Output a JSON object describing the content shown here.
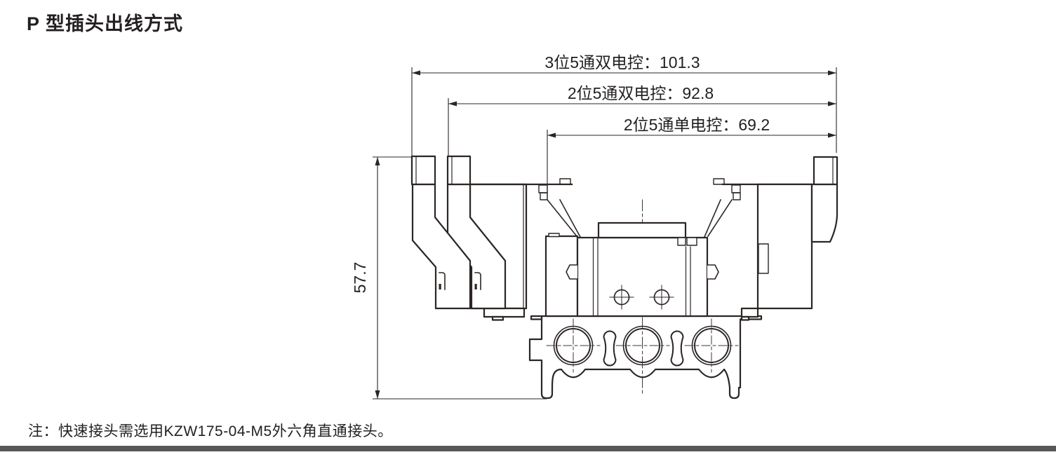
{
  "page": {
    "title": "P 型插头出线方式",
    "note": "注：快速接头需选用KZW175-04-M5外六角直通接头。"
  },
  "diagram": {
    "type": "engineering-dimension-drawing",
    "subject": "P-type plug solenoid valve, front view with outline dimensions",
    "dimensions": {
      "d101": {
        "label": "3位5通双电控：101.3",
        "value": 101.3
      },
      "d92": {
        "label": "2位5通双电控：92.8",
        "value": 92.8
      },
      "d69": {
        "label": "2位5通单电控：69.2",
        "value": 69.2
      },
      "d57": {
        "label": "57.7",
        "value": 57.7
      }
    },
    "features": [
      "left P-type plug pair",
      "right P-type plug",
      "valve body with top cap",
      "two mounting screws",
      "manifold base with three ports",
      "two dog-bone slots"
    ]
  },
  "colors": {
    "line": "#2b2624",
    "centerline": "#3a3a3a",
    "text": "#231f20",
    "divider_bar": "#57585a",
    "background": "#ffffff"
  }
}
